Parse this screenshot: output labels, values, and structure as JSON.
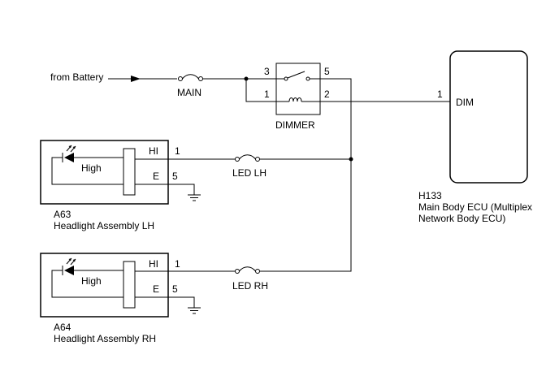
{
  "battery": {
    "label": "from Battery"
  },
  "fuses": {
    "main": "MAIN",
    "led_lh": "LED LH",
    "led_rh": "LED RH"
  },
  "dimmer": {
    "label": "DIMMER",
    "pins": {
      "p3": "3",
      "p5": "5",
      "p1": "1",
      "p2": "2"
    }
  },
  "ecu": {
    "code": "H133",
    "name_line1": "Main Body ECU (Multiplex",
    "name_line2": "Network Body ECU)",
    "terminal": "DIM",
    "pin": "1"
  },
  "headlight_lh": {
    "code": "A63",
    "name": "Headlight Assembly LH",
    "led_label": "High",
    "hi_label": "HI",
    "e_label": "E",
    "hi_pin": "1",
    "e_pin": "5"
  },
  "headlight_rh": {
    "code": "A64",
    "name": "Headlight Assembly RH",
    "led_label": "High",
    "hi_label": "HI",
    "e_label": "E",
    "hi_pin": "1",
    "e_pin": "5"
  }
}
